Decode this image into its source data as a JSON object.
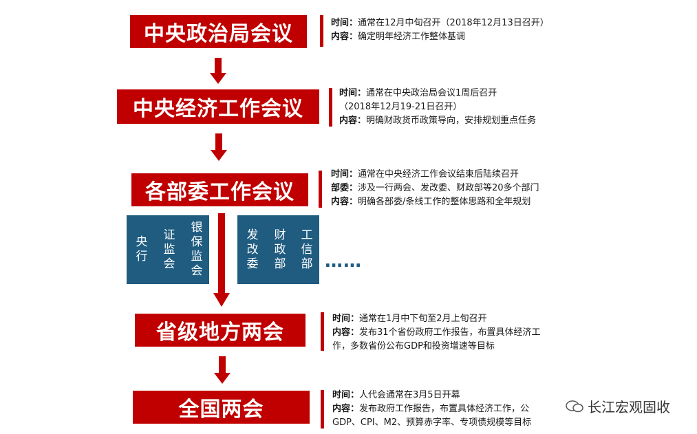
{
  "stages": [
    {
      "title": "中央政治局会议",
      "lines": [
        {
          "label": "时间：",
          "text": "通常在12月中旬召开（2018年12月13日召开）"
        },
        {
          "label": "内容：",
          "text": "确定明年经济工作整体基调"
        }
      ]
    },
    {
      "title": "中央经济工作会议",
      "lines": [
        {
          "label": "时间：",
          "text": "通常在中央政治局会议1周后召开"
        },
        {
          "label": "",
          "text": "（2018年12月19-21日召开）"
        },
        {
          "label": "内容：",
          "text": "明确财政货币政策导向，安排规划重点任务"
        }
      ]
    },
    {
      "title": "各部委工作会议",
      "lines": [
        {
          "label": "时间：",
          "text": "通常在中央经济工作会议结束后陆续召开"
        },
        {
          "label": "部委：",
          "text": "涉及一行两会、发改委、财政部等20多个部门"
        },
        {
          "label": "内容：",
          "text": "明确各部委/条线工作的整体思路和全年规划"
        }
      ]
    },
    {
      "title": "省级地方两会",
      "lines": [
        {
          "label": "时间：",
          "text": "通常在1月中下旬至2月上旬召开"
        },
        {
          "label": "内容：",
          "text": "发布31个省份政府工作报告，布置具体经济工"
        },
        {
          "label": "",
          "text": "作，多数省份公布GDP和投资增速等目标"
        }
      ]
    },
    {
      "title": "全国两会",
      "lines": [
        {
          "label": "时间：",
          "text": "人代会通常在3月5日开幕"
        },
        {
          "label": "内容：",
          "text": "发布政府工作报告，布置具体经济工作，公"
        },
        {
          "label": "",
          "text": "GDP、CPI、M2、预算赤字率、专项债规模等目标"
        }
      ]
    }
  ],
  "departments": [
    "央行",
    "证监会",
    "银保监会",
    "发改委",
    "财政部",
    "工信部"
  ],
  "ellipsis": "……",
  "watermark": "长江宏观固收",
  "colors": {
    "accent_red": "#c00000",
    "dept_blue": "#1f5c80"
  }
}
